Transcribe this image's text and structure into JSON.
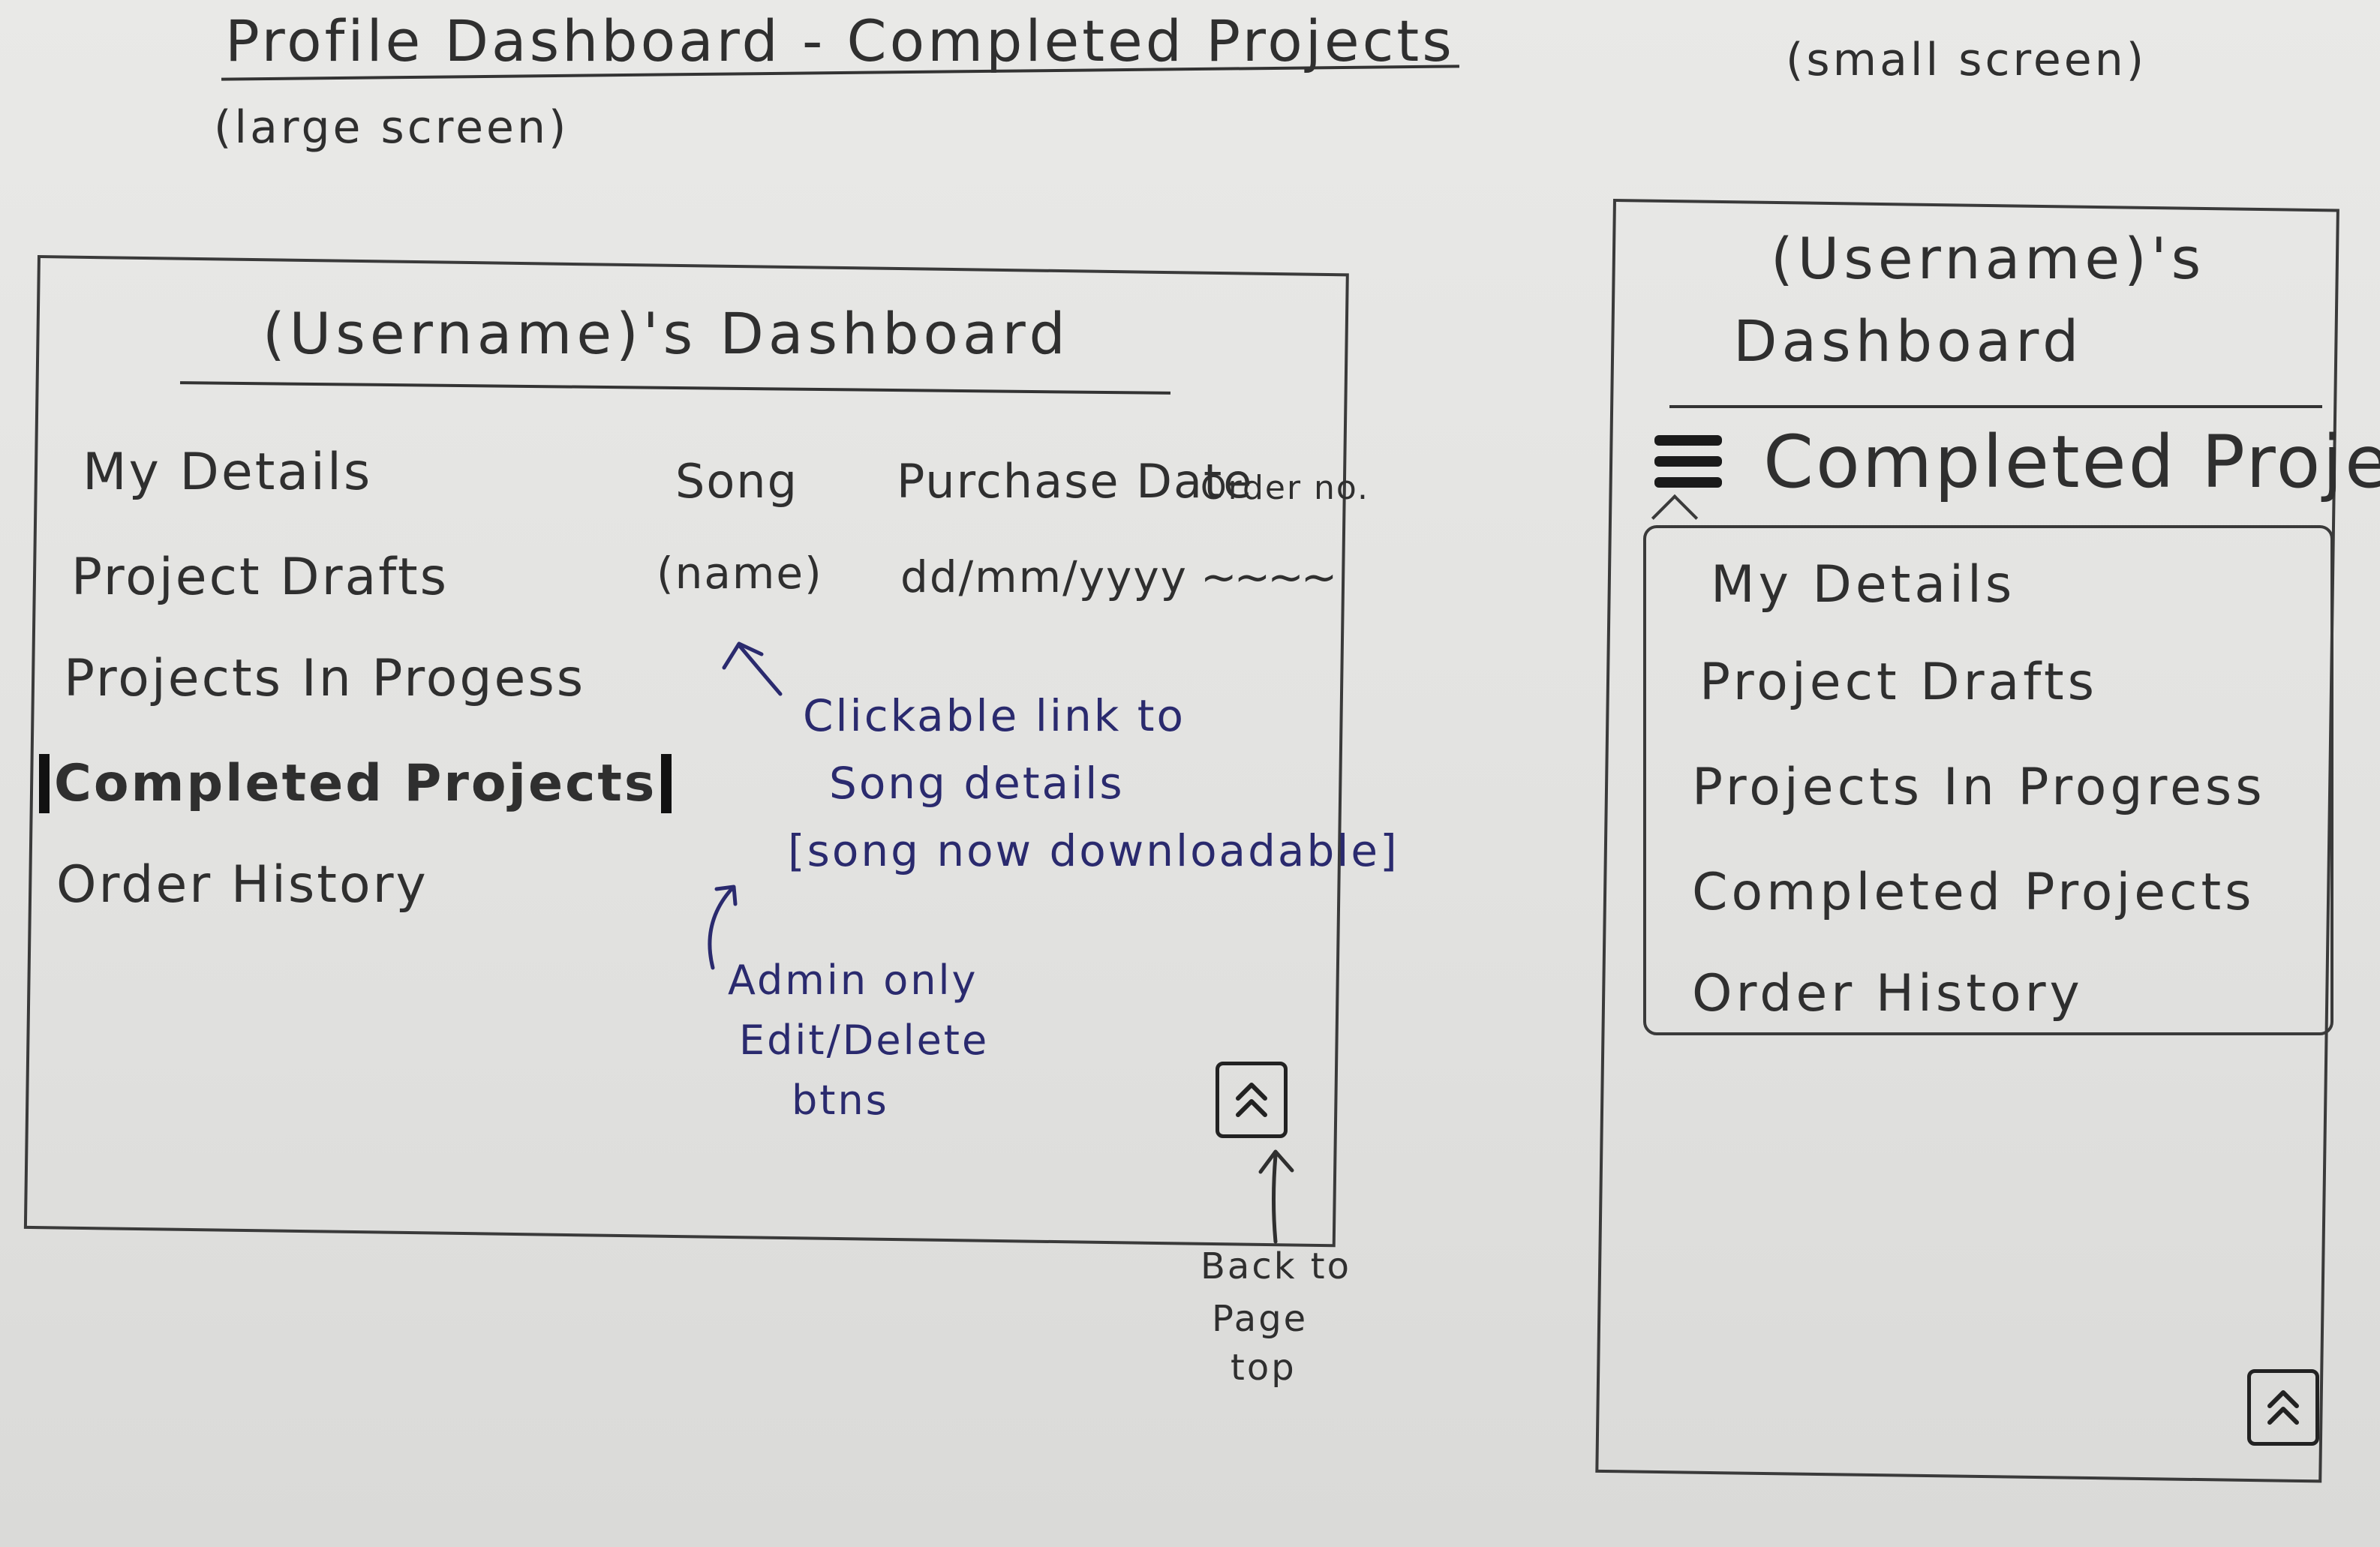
{
  "header": {
    "title": "Profile Dashboard - Completed Projects",
    "large_label": "(large screen)",
    "small_label": "(small screen)"
  },
  "large": {
    "dashboard_title": "(Username)'s Dashboard",
    "nav": [
      {
        "label": "My Details",
        "active": false
      },
      {
        "label": "Project Drafts",
        "active": false
      },
      {
        "label": "Projects In Progess",
        "active": false
      },
      {
        "label": "Completed Projects",
        "active": true
      },
      {
        "label": "Order History",
        "active": false
      }
    ],
    "table": {
      "headers": [
        "Song",
        "Purchase Date",
        "Order no."
      ],
      "row": [
        "(name)",
        "dd/mm/yyyy",
        "~~~~"
      ]
    },
    "annotations": {
      "link_note": [
        "Clickable link to",
        "Song details",
        "[song now downloadable]"
      ],
      "admin_note": [
        "Admin only",
        "Edit/Delete",
        "btns"
      ],
      "back_note": [
        "Back to",
        "Page",
        "top"
      ]
    },
    "back_to_top_icon": "double-chevron-up-icon"
  },
  "small": {
    "dashboard_title_line1": "(Username)'s",
    "dashboard_title_line2": "Dashboard",
    "section_title": "Completed Projects",
    "menu_icon": "hamburger-icon",
    "menu": [
      "My Details",
      "Project Drafts",
      "Projects In Progress",
      "Completed Projects",
      "Order History"
    ],
    "back_to_top_icon": "double-chevron-up-icon"
  },
  "colors": {
    "pencil": "#2f2f2f",
    "ink": "#2a2a6e",
    "paper": "#e4e4e2"
  }
}
